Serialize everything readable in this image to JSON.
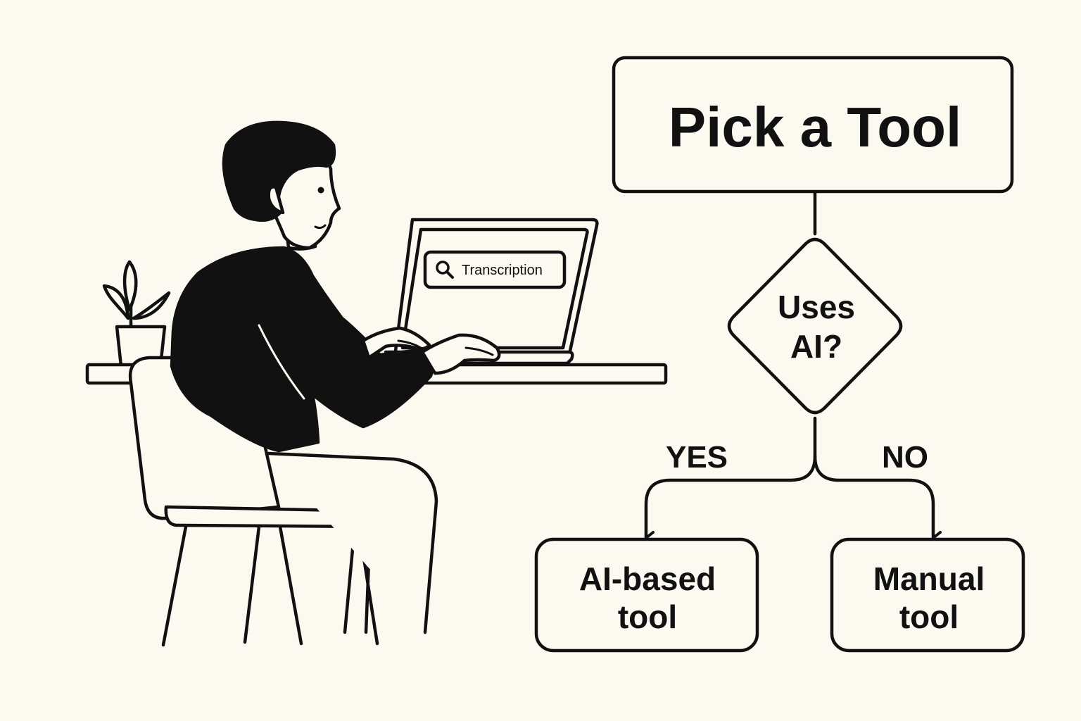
{
  "illustration": {
    "search_box": {
      "query": "Transcription",
      "icon": "search-icon"
    }
  },
  "flowchart": {
    "start": {
      "label": "Pick a Tool"
    },
    "decision": {
      "line1": "Uses",
      "line2": "AI?"
    },
    "branch_yes": {
      "label": "YES"
    },
    "branch_no": {
      "label": "NO"
    },
    "outcome_yes": {
      "line1": "AI-based",
      "line2": "tool"
    },
    "outcome_no": {
      "line1": "Manual",
      "line2": "tool"
    }
  },
  "colors": {
    "background": "#fcf9f0",
    "ink": "#111111"
  }
}
